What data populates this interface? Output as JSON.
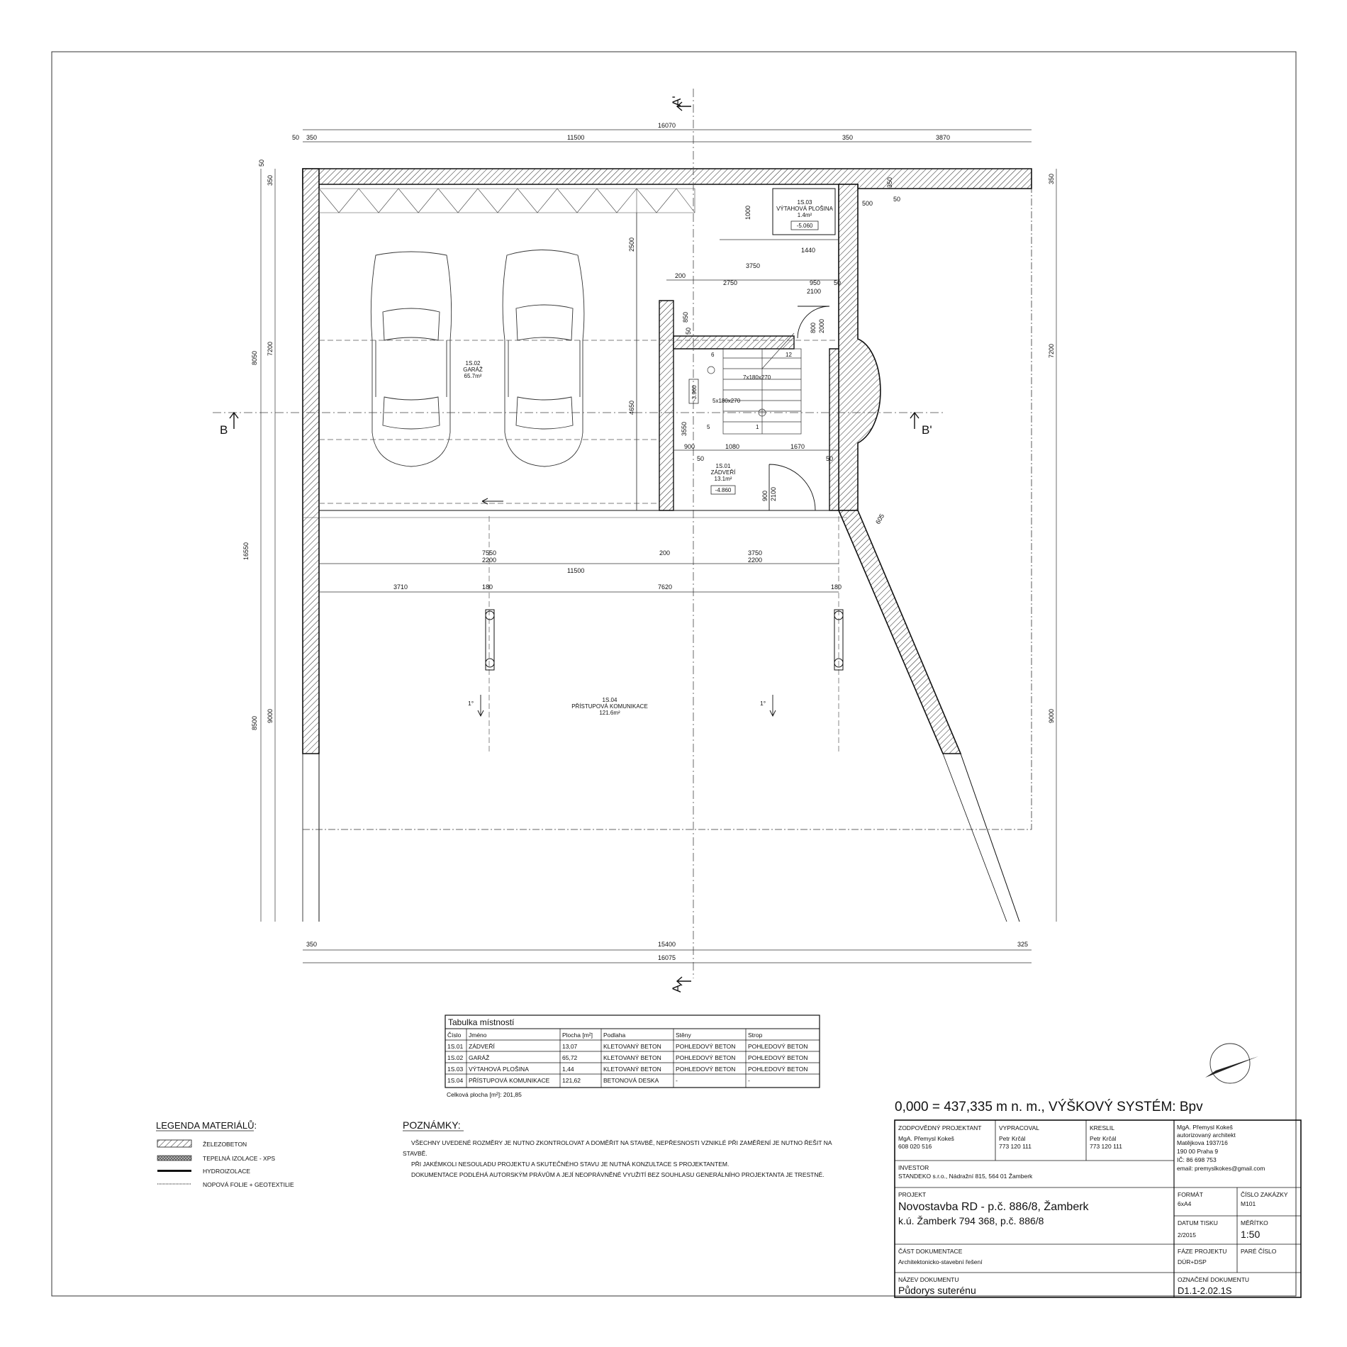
{
  "drawing": {
    "section_marks": [
      "A'",
      "A",
      "B",
      "B'"
    ],
    "dims_top": {
      "overall": "16070",
      "edge_left": "50",
      "parts": [
        "350",
        "11500",
        "350",
        "3870"
      ]
    },
    "dims_bottom": {
      "overall": "16075",
      "parts": [
        "350",
        "15400",
        "325"
      ]
    },
    "dims_left": {
      "overall": "16550",
      "outer_parts": [
        "50",
        "8050",
        "8500"
      ],
      "inner_parts": [
        "350",
        "7200",
        "9000"
      ]
    },
    "dims_right": [
      "350",
      "7200",
      "9000"
    ],
    "dims_interior": {
      "upper": [
        "2500",
        "4650",
        "3750",
        "200",
        "2750",
        "950",
        "2100",
        "50",
        "1000",
        "500",
        "50",
        "350",
        "1440",
        "850",
        "50",
        "800",
        "2000",
        "3550",
        "900",
        "1080",
        "1670",
        "50",
        "50",
        "900",
        "2100",
        "605"
      ],
      "lower": [
        "7550",
        "200",
        "3750",
        "2200",
        "2200",
        "11500",
        "3710",
        "180",
        "7620",
        "180"
      ]
    },
    "rooms": [
      {
        "code": "1S.01",
        "name": "ZÁDVEŘÍ",
        "area": "13.1m²",
        "level": "-4.860"
      },
      {
        "code": "1S.02",
        "name": "GARÁŽ",
        "area": "65.7m²"
      },
      {
        "code": "1S.03",
        "name": "VÝTAHOVÁ PLOŠINA",
        "area": "1.4m²",
        "level": "-5.060"
      },
      {
        "code": "1S.04",
        "name": "PŘÍSTUPOVÁ KOMUNIKACE",
        "area": "121.6m²"
      }
    ],
    "stair_labels": [
      "7x180x270",
      "5x180x270",
      "6",
      "12",
      "5",
      "1"
    ],
    "stair_level": "-3.960",
    "slope_labels": [
      "1°",
      "1°"
    ]
  },
  "room_table": {
    "title": "Tabulka místností",
    "headers": [
      "Číslo",
      "Jméno",
      "Plocha [m²]",
      "Podlaha",
      "Stěny",
      "Strop"
    ],
    "rows": [
      [
        "1S.01",
        "ZÁDVEŘÍ",
        "13,07",
        "KLETOVANÝ BETON",
        "POHLEDOVÝ BETON",
        "POHLEDOVÝ BETON"
      ],
      [
        "1S.02",
        "GARÁŽ",
        "65,72",
        "KLETOVANÝ BETON",
        "POHLEDOVÝ BETON",
        "POHLEDOVÝ BETON"
      ],
      [
        "1S.03",
        "VÝTAHOVÁ PLOŠINA",
        "1,44",
        "KLETOVANÝ BETON",
        "POHLEDOVÝ BETON",
        "POHLEDOVÝ BETON"
      ],
      [
        "1S.04",
        "PŘÍSTUPOVÁ KOMUNIKACE",
        "121,62",
        "BETONOVÁ DESKA",
        "-",
        "-"
      ]
    ],
    "total": "Celková plocha [m²]: 201,85"
  },
  "legend": {
    "title": "LEGENDA MATERIÁLŮ:",
    "items": [
      "ŽELEZOBETON",
      "TEPELNÁ IZOLACE - XPS",
      "HYDROIZOLACE",
      "NOPOVÁ FOLIE + GEOTEXTILIE"
    ]
  },
  "notes": {
    "title": "POZNÁMKY:",
    "lines": [
      "VŠECHNY UVEDENÉ ROZMĚRY JE NUTNO ZKONTROLOVAT A DOMĚŘIT NA STAVBĚ, NEPŘESNOSTI VZNIKLÉ PŘI ZAMĚŘENÍ JE NUTNO ŘEŠIT NA",
      "STAVBĚ.",
      "PŘI JAKÉMKOLI NESOULADU PROJEKTU A SKUTEČNÉHO STAVU JE NUTNÁ KONZULTACE S PROJEKTANTEM.",
      "DOKUMENTACE PODLÉHÁ AUTORSKÝM PRÁVŮM A JEJÍ NEOPRÁVNĚNÉ VYUŽITÍ BEZ SOUHLASU GENERÁLNÍHO PROJEKTANTA JE TRESTNÉ."
    ]
  },
  "title_block": {
    "height_system": "0,000 = 437,335 m n. m., VÝŠKOVÝ SYSTÉM: Bpv",
    "responsible_label": "ZODPOVĚDNÝ PROJEKTANT",
    "responsible_name": "MgA. Přemysl Kokeš",
    "responsible_phone": "608 020 516",
    "prepared_label": "VYPRACOVAL",
    "prepared_name": "Petr Krčál",
    "prepared_phone": "773 120 111",
    "drawn_label": "KRESLIL",
    "drawn_name": "Petr Krčál",
    "drawn_phone": "773 120 111",
    "architect_lines": [
      "MgA. Přemysl Kokeš",
      "autorizovaný architekt",
      "Matějkova 1937/16",
      "190 00 Praha 9",
      "IČ: 86 698 753",
      "email: premyslkokes@gmail.com"
    ],
    "investor_label": "INVESTOR",
    "investor_value": "STANDEKO s.r.o., Nádražní 815, 564 01 Žamberk",
    "project_label": "PROJEKT",
    "project_line1": "Novostavba RD - p.č. 886/8, Žamberk",
    "project_line2": "k.ú. Žamberk 794 368, p.č. 886/8",
    "format_label": "FORMÁT",
    "format_value": "6xA4",
    "order_label": "ČÍSLO ZAKÁZKY",
    "order_value": "M101",
    "date_label": "DATUM TISKU",
    "date_value": "2/2015",
    "scale_label": "MĚŘÍTKO",
    "scale_value": "1:50",
    "part_label": "ČÁST DOKUMENTACE",
    "part_value": "Architektonicko-stavební řešení",
    "phase_label": "FÁZE PROJEKTU",
    "phase_value": "DÚR+DSP",
    "copy_label": "PARÉ ČÍSLO",
    "docname_label": "NÁZEV DOKUMENTU",
    "docname_value": "Půdorys suterénu",
    "docid_label": "OZNAČENÍ DOKUMENTU",
    "docid_value": "D1.1-2.02.1S"
  }
}
